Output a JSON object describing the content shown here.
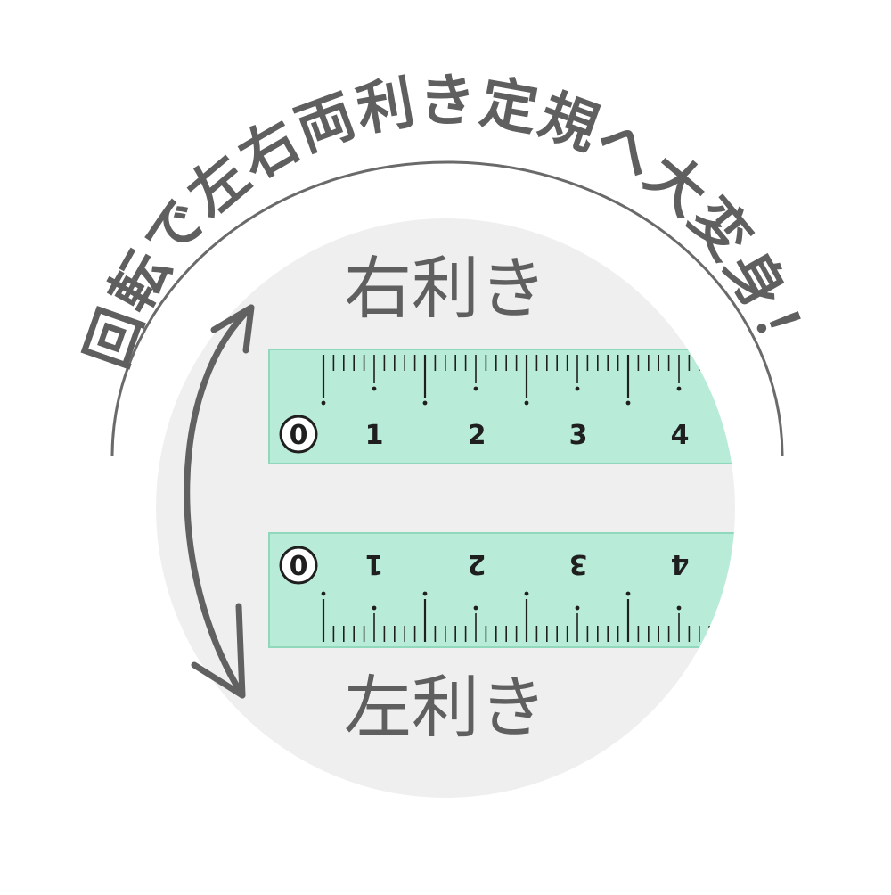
{
  "headline": "回転で左右両利き定規へ大変身！",
  "labels": {
    "right_handed": "右利き",
    "left_handed": "左利き"
  },
  "ruler": {
    "zero": "0",
    "numbers": [
      "1",
      "2",
      "3",
      "4"
    ]
  },
  "colors": {
    "text": "#5f5f5f",
    "circle": "#efefef",
    "ruler_fill": "#b9ecd8",
    "ruler_edge": "#8fd8bb",
    "tick": "#1f1f1f",
    "arrow": "#616161"
  },
  "icons": {
    "rotate_arrow": "double-headed-curved-arrow-icon"
  }
}
